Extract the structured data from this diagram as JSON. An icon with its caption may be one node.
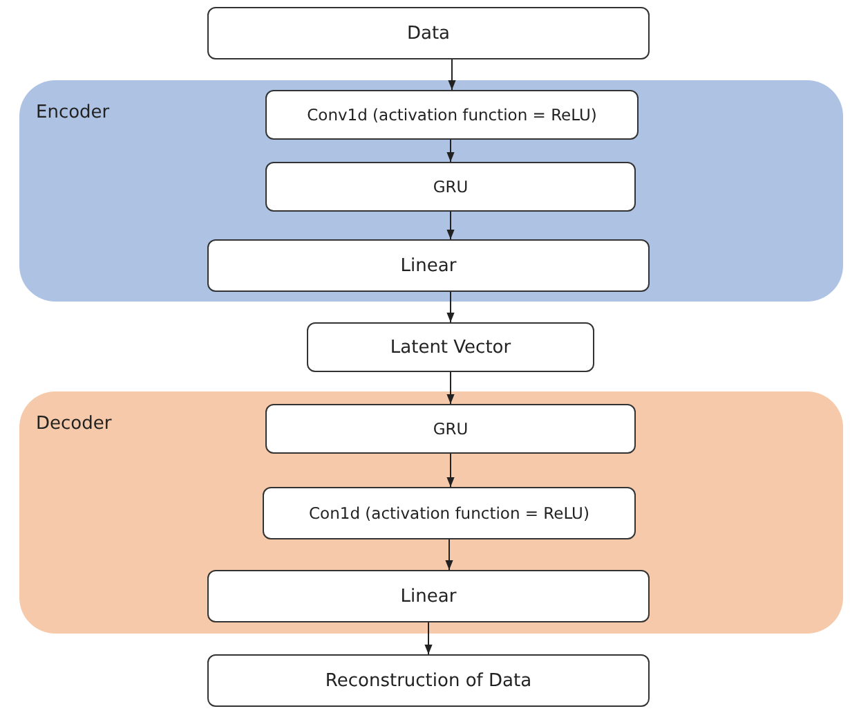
{
  "diagram": {
    "nodes": [
      {
        "text": [
          "Data"
        ]
      },
      {
        "text": [
          "Encoder"
        ]
      },
      {
        "text": [
          "Conv1d (activation function = ReLU)"
        ],
        "in": 1
      },
      {
        "text": [
          "GRU"
        ],
        "in": 1
      },
      {
        "text": [
          "Linear"
        ],
        "in": 1
      },
      {
        "text": [
          "Latent Vector"
        ]
      },
      {
        "text": [
          "Decoder"
        ]
      },
      {
        "text": [
          "GRU"
        ],
        "in": 6
      },
      {
        "text": [
          "Con1d (activation function = ReLU)"
        ],
        "in": 6
      },
      {
        "text": [
          "Linear"
        ],
        "in": 6
      },
      {
        "text": [
          "Reconstruction of Data"
        ]
      }
    ],
    "edges": [
      {
        "from": 0,
        "to": 2,
        "arrow": "to"
      },
      {
        "from": 2,
        "to": 3,
        "arrow": "to"
      },
      {
        "from": 3,
        "to": 4,
        "arrow": "to"
      },
      {
        "from": 4,
        "to": 5,
        "arrow": "to"
      },
      {
        "from": 5,
        "to": 7,
        "arrow": "to"
      },
      {
        "from": 7,
        "to": 8,
        "arrow": "to"
      },
      {
        "from": 8,
        "to": 9,
        "arrow": "to"
      },
      {
        "from": 9,
        "to": 10,
        "arrow": "to"
      }
    ]
  }
}
